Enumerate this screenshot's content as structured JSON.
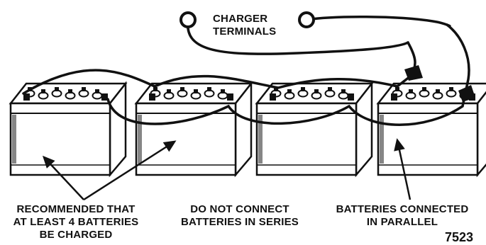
{
  "labels": {
    "charger_terminals": [
      "CHARGER",
      "TERMINALS"
    ],
    "recommended": [
      "RECOMMENDED THAT",
      "AT LEAST 4 BATTERIES",
      "BE CHARGED"
    ],
    "do_not_connect": [
      "DO NOT CONNECT",
      "BATTERIES IN SERIES"
    ],
    "parallel": [
      "BATTERIES CONNECTED",
      "IN PARALLEL"
    ],
    "figure_number": "7523"
  },
  "diagram": {
    "battery_count": 4,
    "connection": "parallel",
    "terminal_count": 2
  },
  "colors": {
    "ink": "#111111",
    "battery_body": "#ffffff",
    "background": "#ffffff"
  }
}
